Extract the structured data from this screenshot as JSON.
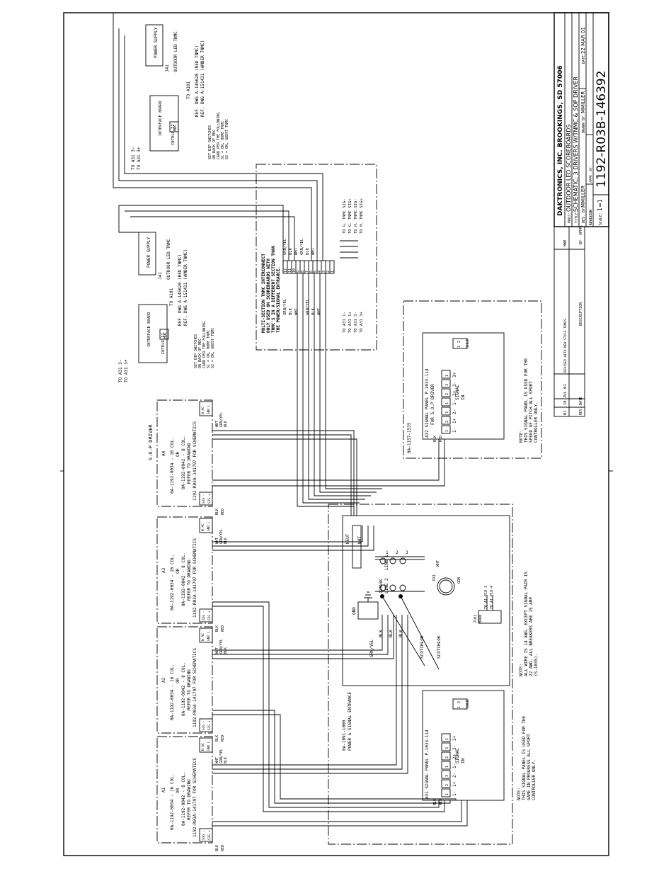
{
  "title_block": {
    "company": "DAKTRONICS, INC.   BROOKINGS, SD 57006",
    "proj": "OUTDOOR LED SCOREBOARDS",
    "title": "SCHEMATIC; 3 DRIVERS W/TNMC & SOP DRIVER",
    "des_by": "MMILLER",
    "drawn_by": "MMILLER",
    "date": "22 MAR 01",
    "scale": "1=1",
    "drawing_number": "1192-R03B-146392",
    "labels": {
      "proj": "PROJ:",
      "title": "TITLE:",
      "des_by": "DES. BY:",
      "drawn_by": "DRAWN BY:",
      "date": "DATE:",
      "revision": "REVISION",
      "appr_by": "APPR. BY:",
      "scale": "SCALE:"
    }
  },
  "revision_table": {
    "headers": [
      "REV.",
      "DATE",
      "DESCRIPTION",
      "BY",
      "APPR."
    ],
    "rows": [
      {
        "rev": "01",
        "date": "18 JUL 01",
        "description": "REVISED WITH NEW STYLE TNMCS.",
        "by": "MWM",
        "appr": ""
      }
    ]
  },
  "drivers": [
    {
      "id": "A1",
      "line1": "0A-1192-0034 - 16 COL.",
      "line2": "OR",
      "line3": "0A-1192-0042 - 8 COL.",
      "line4": "REFER TO DRAWING",
      "line5": "1192-R03A-141797 FOR SCHEMATICS"
    },
    {
      "id": "A2",
      "line1": "0A-1192-0034 - 16 COL.",
      "line2": "OR",
      "line3": "0A-1192-0042 - 8 COL.",
      "line4": "REFER TO DRAWING",
      "line5": "1192-R03A-141797 FOR SCHEMATICS"
    },
    {
      "id": "A3",
      "line1": "0A-1192-0034 - 16 COL.",
      "line2": "OR",
      "line3": "0A-1192-0042 - 8 COL.",
      "line4": "REFER TO DRAWING",
      "line5": "1192-R03A-141797 FOR SCHEMATICS"
    },
    {
      "id": "A4",
      "line1": "0A-1192-0034 - 16 COL.",
      "line2": "OR",
      "line3": "0A-1192-0042 - 8 COL.",
      "line4": "REFER TO DRAWING",
      "line5": "1192-R03A-141797 FOR SCHEMATICS"
    }
  ],
  "sop_driver_label": "S.O.P DRIVER",
  "driver_pins": {
    "n": "N",
    "ac": "AC",
    "l": "L",
    "gnd": "GND",
    "sig_minus": "SIG -",
    "sig_plus": "SIG +"
  },
  "wire_colors": {
    "wht": "WHT",
    "blk": "BLK",
    "red": "RED",
    "grn_yel": "GRN/YEL",
    "grn": "GRN"
  },
  "power_entrance": {
    "part": "0A-1091-1000",
    "name": "POWER & SIGNAL ENTRANCE",
    "voltage": "120VAC",
    "line2": "LINE 2",
    "line1": "LINE 1",
    "neut": "NEUT",
    "wht": "WHT",
    "gnd": "GND",
    "scotchlok": "SCOTCHLOK",
    "j101": "J101",
    "horn": "HORN",
    "px1": "PX1",
    "to_a1_a": "TO A1  P18-3",
    "to_a1_b": "TO A1  P18-4",
    "breaker_nums": [
      "1",
      "2",
      "3"
    ],
    "note": "NOTE:",
    "note_line1": "ALL WIRE IS 14 AWG. EXCEPT SIGNAL PAIR IS",
    "note_line2": "22 AWG.  ALL BREAKERS ARE 15 AMP",
    "note_line3": "(S-1035)."
  },
  "signal_panel_a31": {
    "title": "A31  SIGNAL PANEL  P-1033-114",
    "signal": "SIGNAL",
    "in": "IN",
    "shld": "SHLD",
    "pins": [
      "1-",
      "1+",
      "2-",
      "1-",
      "2+",
      "3-",
      "3+"
    ],
    "term_nums": [
      "1",
      "2",
      "3"
    ],
    "note": "NOTE:",
    "note_line1": "THIS SIGNAL PANEL IS USED FOR THE",
    "note_line2": "GAME IN PROGRESS ALL SPORT",
    "note_line3": "CONTROLLER ONLY."
  },
  "signal_panel_a32": {
    "part": "0A-1157-1535",
    "title": "A32  SIGNAL PANEL  P-1033-114",
    "subtitle": "FOR S.O.P DRIVER",
    "signal": "SIGNAL",
    "in": "IN",
    "shld": "SHLD",
    "pins": [
      "1-",
      "1+",
      "2-",
      "1-",
      "2+",
      "3-",
      "3+"
    ],
    "term_nums": [
      "1",
      "2",
      "3"
    ],
    "note": "NOTE:",
    "note_line1": "THIS SIGNAL PANEL IS USED FOR THE",
    "note_line2": "SPEED OF PITCH ALL SPORT",
    "note_line3": "CONTROLLER ONLY."
  },
  "tnmc": [
    {
      "name": "OUTDOOR LED TNMC",
      "ref1": "REF. DWG  A-145620 (RED TNMC)",
      "ref2": "REF. DWG  A-151431 (AMBER TNMC)",
      "to_a101": "TO A101",
      "to_a31_3m": "TO A31  3-",
      "to_a31_3p": "TO A31  3+",
      "interface_board": "INTERFACE BOARD",
      "cntrlr": "CNTRLR II",
      "mdc": "MDC",
      "power_supply": "POWER SUPPLY",
      "j41": "J41",
      "dip1": "SET DIP SWITCHES",
      "dip2": "ON BACK OF MDC",
      "dip3": "CARD PER THE FOLLOWING",
      "dip4": "S1 = ON, HOME TNMC",
      "dip5": "S2 = ON, GUEST TNMC"
    },
    {
      "name": "OUTDOOR LED TNMC",
      "ref1": "REF. DWG  A-145620 (RED TNMC)",
      "ref2": "REF. DWG  A-151431 (AMBER TNMC)",
      "to_a101": "TO A101",
      "to_a31_3m": "TO A31  3-",
      "to_a31_3p": "TO A31  3+",
      "interface_board": "INTERFACE BOARD",
      "cntrlr": "CNTRLR II",
      "mdc": "MDC",
      "power_supply": "POWER SUPPLY",
      "j41": "J41",
      "dip1": "SET DIP SWITCHES",
      "dip2": "ON BACK OF MDC",
      "dip3": "CARD PER THE FOLLOWING",
      "dip4": "S1 = ON, HOME TNMC",
      "dip5": "S2 = ON, GUEST TNMC"
    }
  ],
  "interconnect": {
    "title1": "MULTI-SECTION TNMC INTERCONNECT",
    "title2": "ONLY USED ON SCOREBOARDS WITH",
    "title3": "TNMC'S IN A DIFFERENT SECTION THAN",
    "title4": "THE POWER/SIGNAL ENTRANCE.",
    "terminals": [
      "12",
      "11",
      "10",
      "9",
      "8",
      "7",
      "6",
      "5",
      "4",
      "3",
      "2",
      "1"
    ],
    "left_wires": [
      "GRN/YEL",
      "BLK",
      "WHT",
      "",
      "GRN/YEL",
      "BLK",
      "WHT"
    ],
    "right_wires": [
      "GRN/YEL",
      "BLK",
      "WHT",
      "GRN/YEL",
      "BLK",
      "WHT"
    ],
    "out_left": [
      "TO A31  1-",
      "TO A31  1+",
      "TO A31  3-",
      "TO A31  3+"
    ],
    "out_right": [
      "TO G. TNMC SIG-",
      "TO G. TNMC SIG+",
      "TO H. TNMC SIG-",
      "TO H. TNMC SIG+"
    ]
  }
}
